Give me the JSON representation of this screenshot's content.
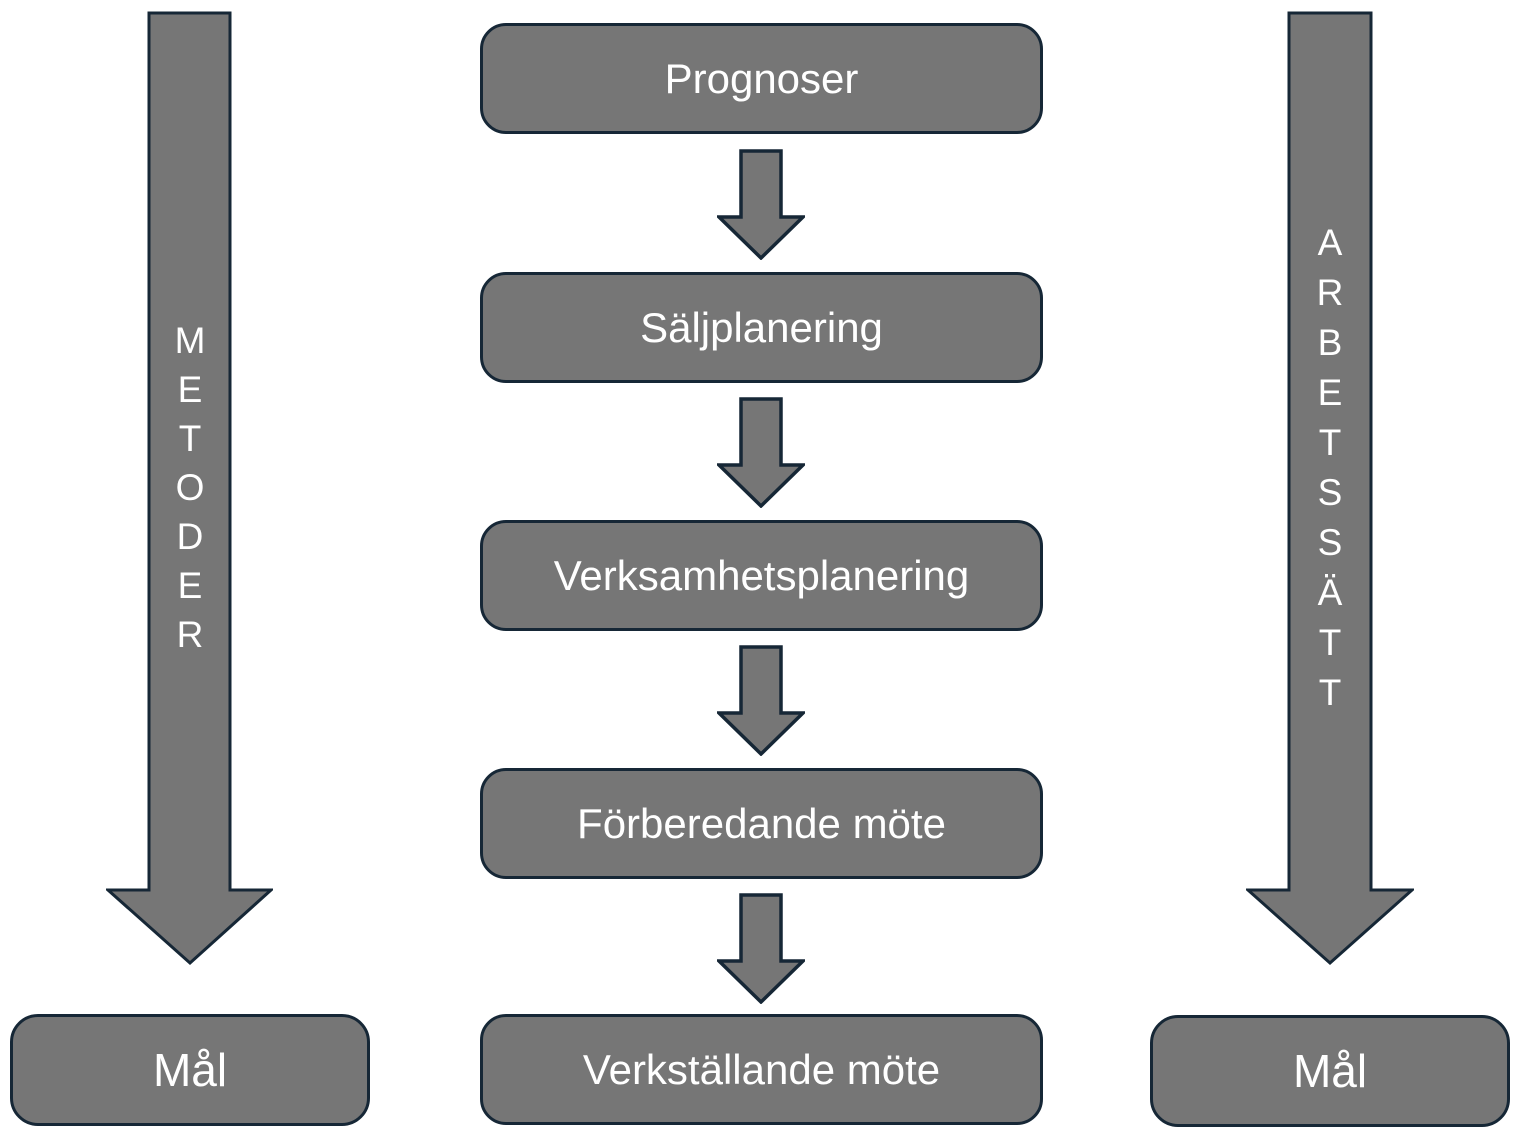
{
  "background": "#ffffff",
  "colors": {
    "shape_fill": "#767676",
    "shape_border": "#162736",
    "shape_text": "#ffffff"
  },
  "left_column": {
    "arrow_label": "METODER",
    "goal_label": "Mål"
  },
  "flow": {
    "steps": [
      "Prognoser",
      "Säljplanering",
      "Verksamhetsplanering",
      "Förberedande möte",
      "Verkställande möte"
    ]
  },
  "right_column": {
    "arrow_label": "ARBETSSÄTT",
    "goal_label": "Mål"
  }
}
